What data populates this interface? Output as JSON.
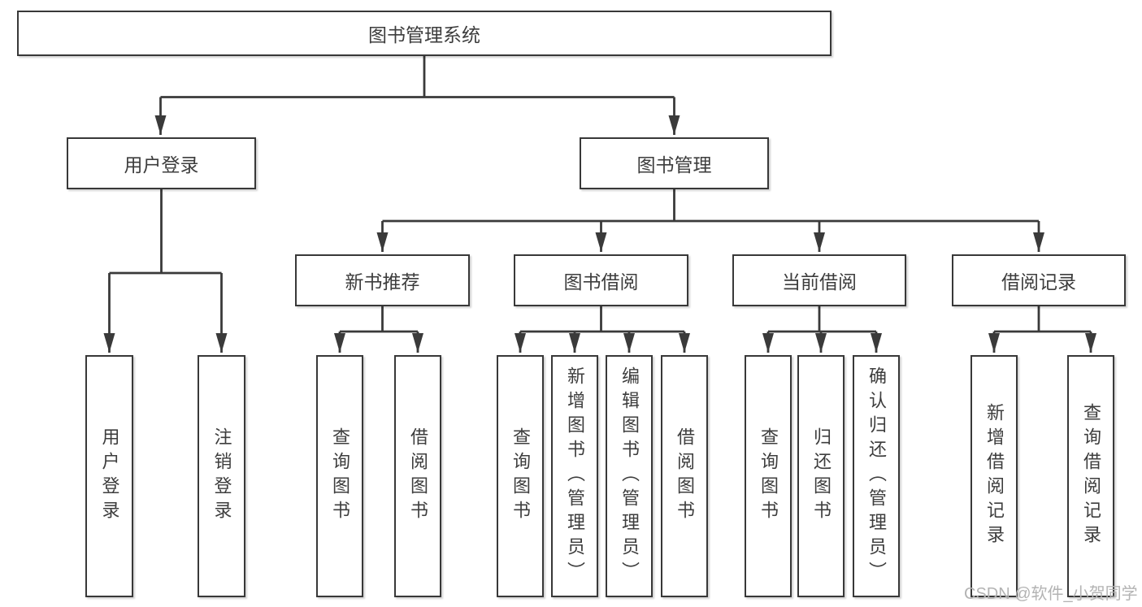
{
  "tree": {
    "root": "图书管理系统",
    "children": [
      {
        "label": "用户登录",
        "leaves": [
          "用户登录",
          "注销登录"
        ]
      },
      {
        "label": "图书管理",
        "children": [
          {
            "label": "新书推荐",
            "leaves": [
              "查询图书",
              "借阅图书"
            ]
          },
          {
            "label": "图书借阅",
            "leaves": [
              "查询图书",
              "新增图书（管理员）",
              "编辑图书（管理员）",
              "借阅图书"
            ]
          },
          {
            "label": "当前借阅",
            "leaves": [
              "查询图书",
              "归还图书",
              "确认归还（管理员）"
            ]
          },
          {
            "label": "借阅记录",
            "leaves": [
              "新增借阅记录",
              "查询借阅记录"
            ]
          }
        ]
      }
    ]
  },
  "colors": {
    "line": "#3a3a3a",
    "border": "#383838",
    "text": "#3d3d3d",
    "watermark": "#b3b3b3"
  },
  "watermark": "CSDN @软件_小贺同学"
}
